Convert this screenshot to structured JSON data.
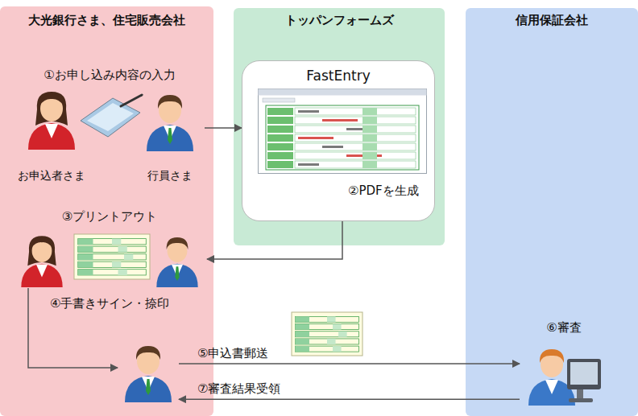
{
  "diagram": {
    "nodes": [
      {
        "text": [
          "大光銀行さま、住宅販売会社"
        ]
      },
      {
        "text": [
          "トッパンフォームズ"
        ]
      },
      {
        "text": [
          "信用保証会社"
        ]
      },
      {
        "text": [
          "①お申し込み内容の入力"
        ],
        "in": 0
      },
      {
        "text": [
          "お申込者さま"
        ],
        "in": 3
      },
      {
        "text": [
          "行員さま"
        ],
        "in": 3
      },
      {
        "text": [
          "FastEntry"
        ],
        "in": 1
      },
      {
        "text": [
          "③プリントアウト"
        ],
        "in": 0
      },
      {
        "text": [
          "④手書きサイン・捺印"
        ],
        "in": 0
      },
      {
        "text": [
          "⑥審査"
        ],
        "in": 2
      }
    ],
    "edges": [
      {
        "from": 5,
        "to": 6,
        "arrow": "to"
      },
      {
        "from": 6,
        "to": 7,
        "label": "②PDFを生成",
        "arrow": "to"
      },
      {
        "from": 7,
        "to": 8,
        "arrow": "to"
      },
      {
        "from": 8,
        "to": 9,
        "label": "⑤申込書郵送",
        "arrow": "to"
      },
      {
        "from": 9,
        "to": 8,
        "label": "⑦審査結果受領",
        "arrow": "to"
      }
    ]
  }
}
